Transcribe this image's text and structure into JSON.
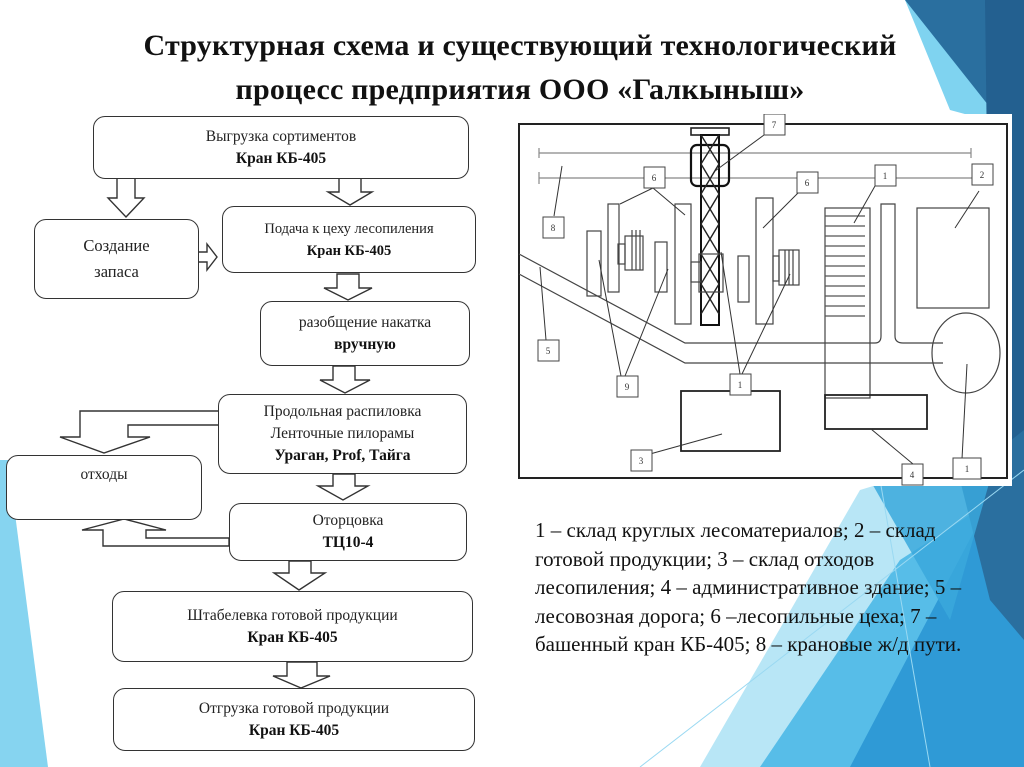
{
  "slide": {
    "title_line1": "Структурная схема и существующий технологический",
    "title_line2": "процесс предприятия ООО «Галкыныш»",
    "theme_colors": {
      "light_blue": "#7fd3f0",
      "mid_blue": "#3aa8dc",
      "dark_blue": "#2a6f9f",
      "deep_blue": "#236090"
    }
  },
  "flowchart": {
    "boxes": [
      {
        "id": "unloading",
        "line1": "Выгрузка сортиментов",
        "line2": "Кран КБ-405"
      },
      {
        "id": "stock",
        "line1": "Создание",
        "line2": "запаса"
      },
      {
        "id": "feed",
        "line1": "Подача к цеху лесопиления",
        "line2": "Кран КБ-405"
      },
      {
        "id": "separation",
        "line1": "разобщение накатка",
        "line2": "вручную"
      },
      {
        "id": "sawing",
        "line1": "Продольная распиловка",
        "line2": "Ленточные пилорамы",
        "line3": "Ураган, Prof, Тайга"
      },
      {
        "id": "waste",
        "line1": "отходы"
      },
      {
        "id": "trimming",
        "line1": "Оторцовка",
        "line2": "ТЦ10-4"
      },
      {
        "id": "stacking",
        "line1": "Штабелевка готовой продукции",
        "line2": "Кран КБ-405"
      },
      {
        "id": "shipping",
        "line1": "Отгрузка готовой продукции",
        "line2": "Кран КБ-405"
      }
    ]
  },
  "site_plan": {
    "labels": [
      "7",
      "6",
      "6",
      "1",
      "2",
      "8",
      "5",
      "9",
      "1",
      "3",
      "4",
      "1"
    ]
  },
  "legend": {
    "text": "1 – склад круглых лесоматериалов; 2 – склад готовой продукции; 3 – склад отходов лесопиления; 4 – административное здание; 5 – лесовозная дорога; 6 –лесопильные цеха; 7 – башенный кран КБ-405; 8 – крановые ж/д пути."
  }
}
